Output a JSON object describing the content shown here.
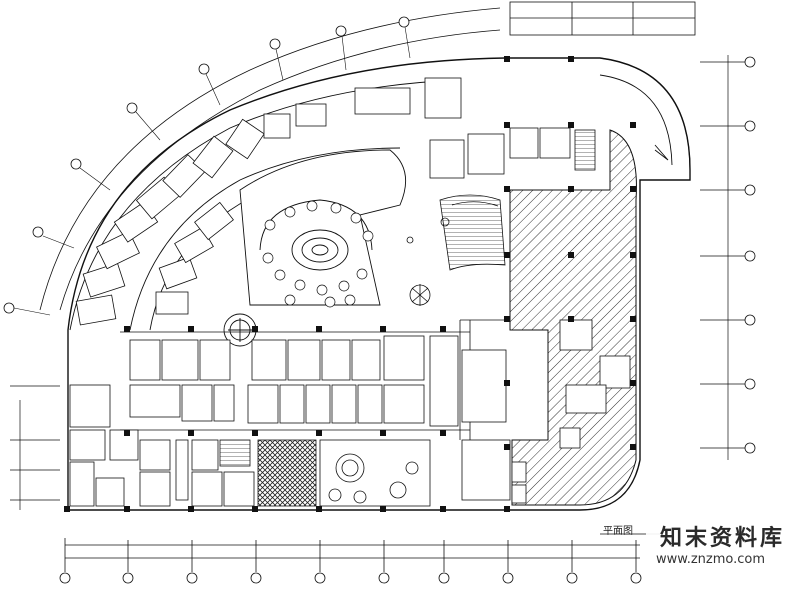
{
  "drawing": {
    "caption": "平面图"
  },
  "watermark": {
    "brand": "知末资料库",
    "url": "www.znzmo.com"
  },
  "colors": {
    "ink": "#111111",
    "hatch": "#333333",
    "paper": "#ffffff"
  }
}
